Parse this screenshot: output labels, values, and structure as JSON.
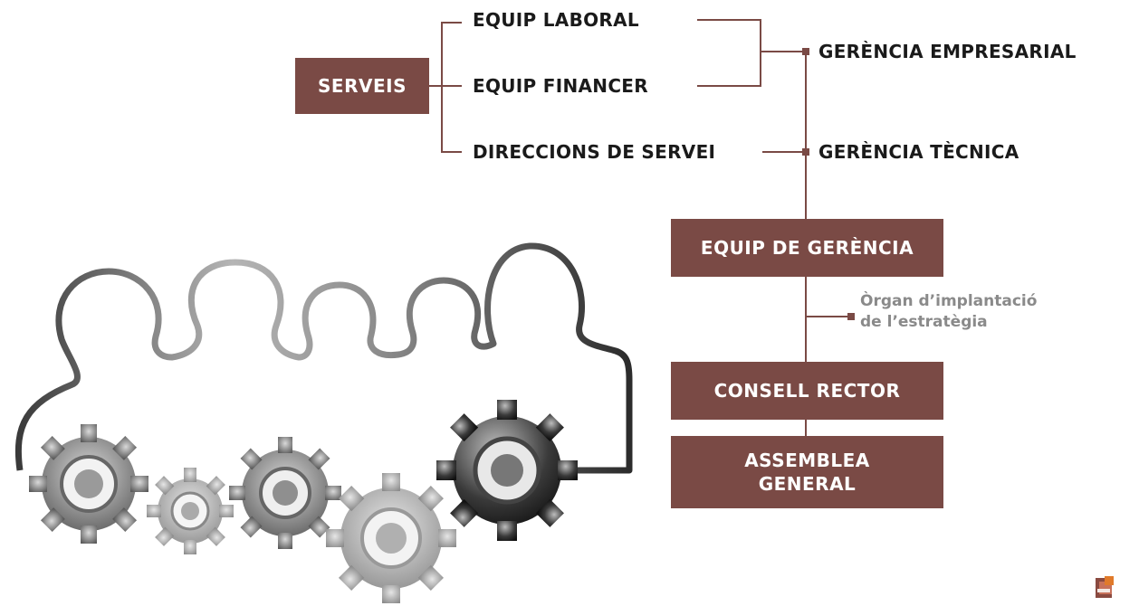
{
  "left_box": {
    "label": "SERVEIS"
  },
  "branches": [
    {
      "label": "EQUIP LABORAL"
    },
    {
      "label": "EQUIP FINANCER"
    },
    {
      "label": "DIRECCIONS DE SERVEI"
    }
  ],
  "right_labels": {
    "empresarial": "GERÈNCIA EMPRESARIAL",
    "tecnica": "GERÈNCIA TÈCNICA"
  },
  "boxes": {
    "equip_gerencia": "EQUIP DE GERÈNCIA",
    "consell_rector": "CONSELL RECTOR",
    "assemblea_line1": "ASSEMBLEA",
    "assemblea_line2": "GENERAL"
  },
  "note": {
    "line1": "Òrgan d’implantació",
    "line2": "de l’estratègia"
  },
  "colors": {
    "box": "#7a4a45",
    "connector": "#7a4a45",
    "note_text": "#8a8a8a"
  },
  "illustration": "people-and-gears"
}
